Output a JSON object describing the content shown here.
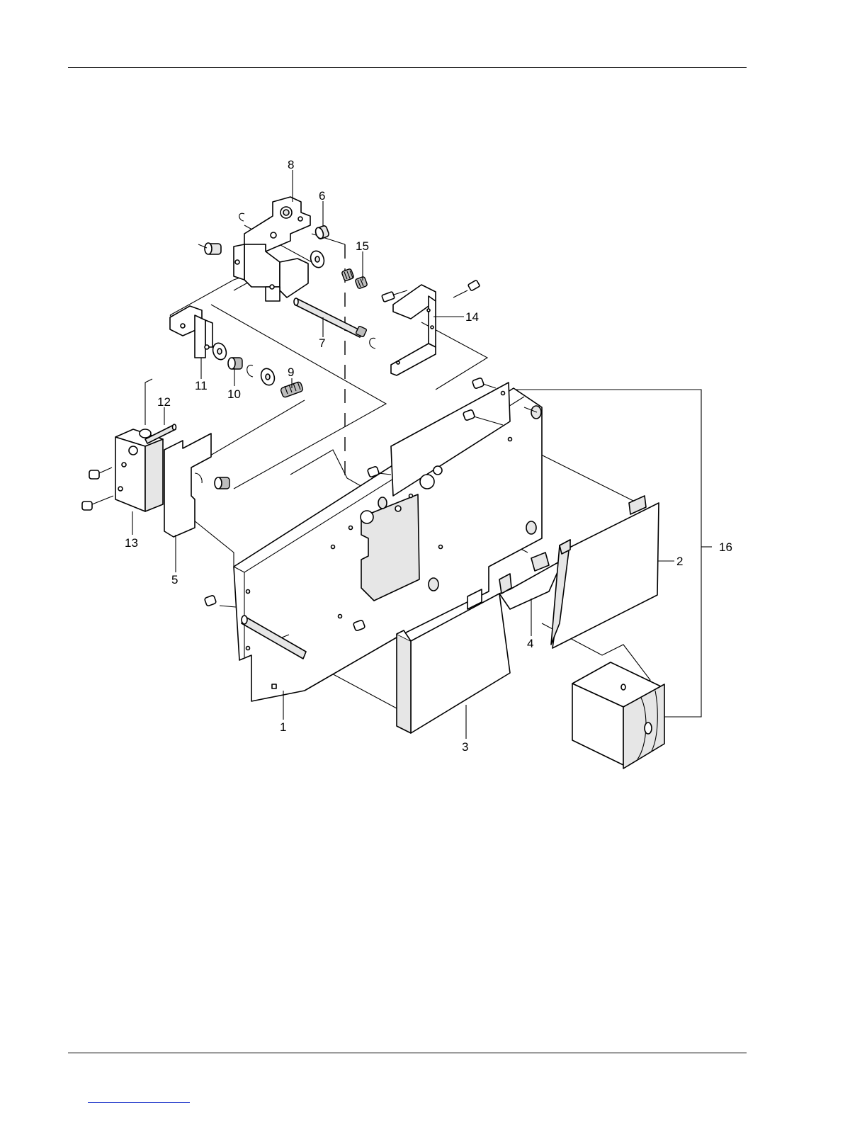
{
  "callouts": [
    {
      "id": "1",
      "label": "1"
    },
    {
      "id": "2",
      "label": "2"
    },
    {
      "id": "3",
      "label": "3"
    },
    {
      "id": "4",
      "label": "4"
    },
    {
      "id": "5",
      "label": "5"
    },
    {
      "id": "6",
      "label": "6"
    },
    {
      "id": "7",
      "label": "7"
    },
    {
      "id": "8",
      "label": "8"
    },
    {
      "id": "9",
      "label": "9"
    },
    {
      "id": "10",
      "label": "10"
    },
    {
      "id": "11",
      "label": "11"
    },
    {
      "id": "12",
      "label": "12"
    },
    {
      "id": "13",
      "label": "13"
    },
    {
      "id": "14",
      "label": "14"
    },
    {
      "id": "15",
      "label": "15"
    },
    {
      "id": "16",
      "label": "16"
    }
  ],
  "colors": {
    "line": "#000000",
    "part_fill": "#ffffff",
    "shade": "#e6e6e6",
    "footer_link": "#3a4fd1"
  }
}
